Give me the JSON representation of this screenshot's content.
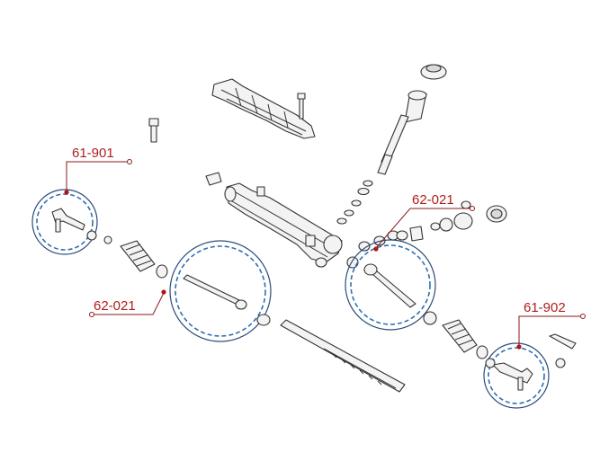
{
  "callouts": {
    "c1": "61-901",
    "c2": "62-021",
    "c3": "62-021",
    "c4": "61-902"
  },
  "colors": {
    "callout_text": "#b31b1b",
    "highlight_ring": "#2c4d7a",
    "highlight_dash": "#2f6fb0"
  }
}
